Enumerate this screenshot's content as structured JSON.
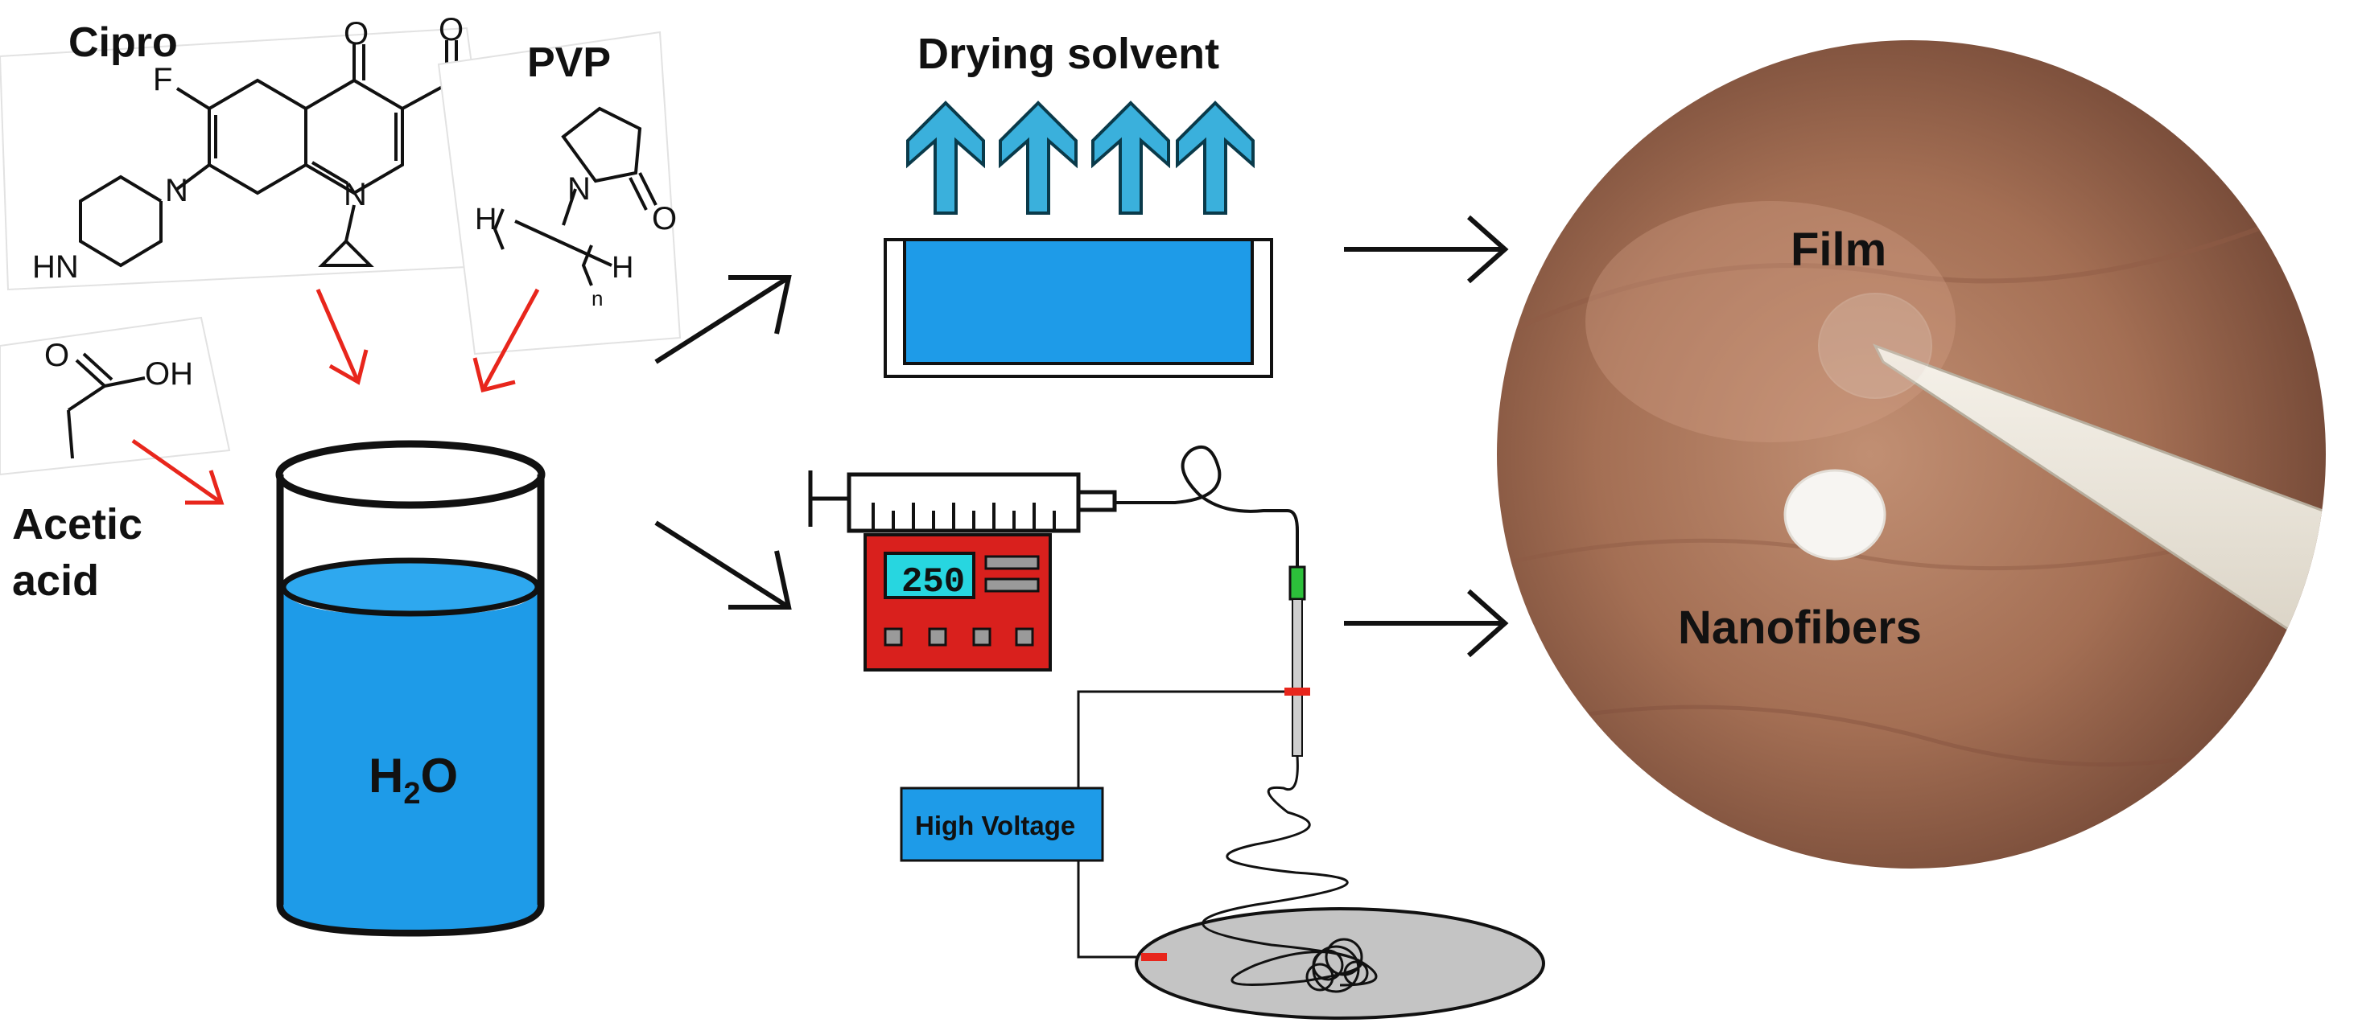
{
  "labels": {
    "cipro": "Cipro",
    "pvp": "PVP",
    "acetic_line1": "Acetic",
    "acetic_line2": "acid",
    "drying_solvent": "Drying solvent",
    "water_main": "H",
    "water_sub": "2",
    "water_tail": "O",
    "pump_display": "250",
    "high_voltage": "High Voltage",
    "film": "Film",
    "nanofibers": "Nanofibers"
  },
  "chem_atoms": {
    "cipro_O": "O",
    "cipro_OH": "OH",
    "cipro_O2": "O",
    "cipro_F": "F",
    "cipro_N1": "N",
    "cipro_N2": "N",
    "cipro_HN": "HN",
    "pvp_N": "N",
    "pvp_O": "O",
    "pvp_H1": "H",
    "pvp_H2": "H",
    "pvp_n": "n",
    "acetic_O": "O",
    "acetic_OH": "OH"
  },
  "colors": {
    "water_blue": "#1e9be8",
    "arrow_cyan": "#3ab0dc",
    "red_arrow": "#e8261c",
    "pump_red": "#d9201d",
    "skin": "#b07a5e",
    "collector_gray": "#c4c4c4"
  }
}
